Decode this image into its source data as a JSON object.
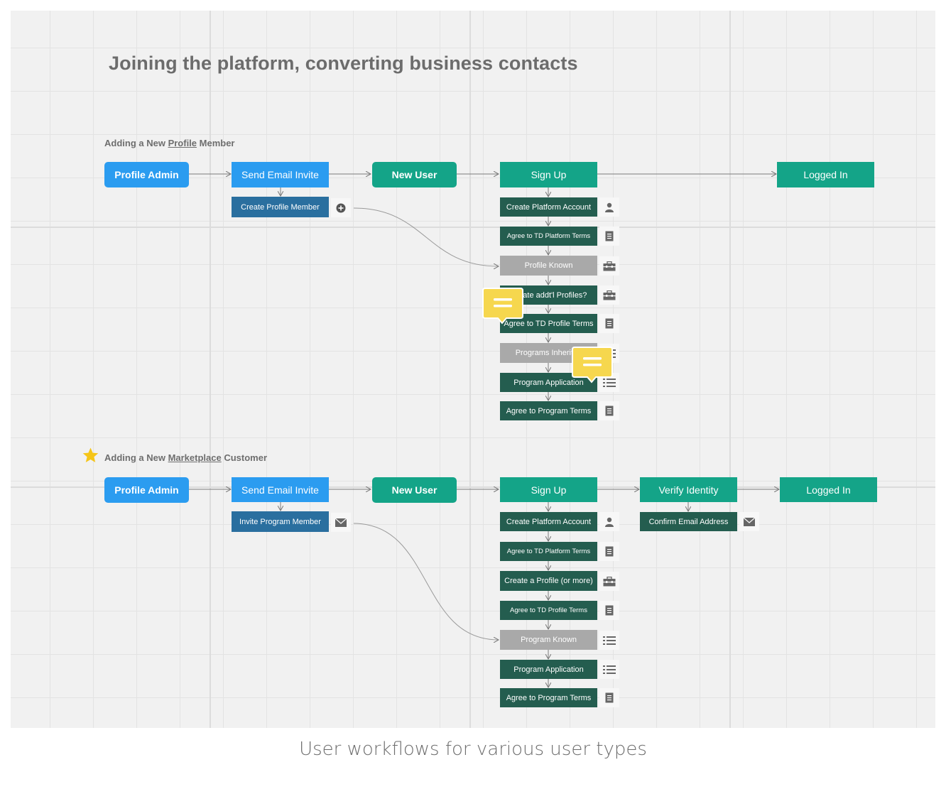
{
  "title": "Joining the platform, converting business contacts",
  "caption": "User workflows for various user types",
  "flow1": {
    "heading": {
      "prefix": "Adding a New ",
      "underlined": "Profile",
      "suffix": " Member"
    },
    "profile_admin": "Profile Admin",
    "send_email_invite": "Send Email Invite",
    "create_profile_member": "Create Profile Member",
    "new_user": "New User",
    "sign_up": "Sign Up",
    "logged_in": "Logged In",
    "steps": [
      "Create Platform Account",
      "Agree to TD Platform Terms",
      "Profile Known",
      "Create addt'l Profiles?",
      "Agree to TD Profile Terms",
      "Programs Inherited",
      "Program Application",
      "Agree to Program Terms"
    ]
  },
  "flow2": {
    "heading": {
      "prefix": "Adding a New ",
      "underlined": "Marketplace",
      "suffix": " Customer"
    },
    "profile_admin": "Profile Admin",
    "send_email_invite": "Send Email Invite",
    "invite_program_member": "Invite Program Member",
    "new_user": "New User",
    "sign_up": "Sign Up",
    "verify_identity": "Verify Identity",
    "confirm_email_address": "Confirm Email Address",
    "logged_in": "Logged In",
    "steps": [
      "Create Platform Account",
      "Agree to TD Platform Terms",
      "Create a Profile (or more)",
      "Agree to  TD Profile Terms",
      "Program Known",
      "Program Application",
      "Agree to Program Terms"
    ]
  },
  "colors": {
    "blue": "#2b9cf0",
    "dark_blue": "#2a6f9f",
    "teal": "#14a488",
    "dark_green": "#245d4f",
    "grey": "#a9a9a9",
    "comment_yellow": "#f6d74e",
    "star": "#f5c518"
  },
  "icons": {
    "create_profile_member": "plus-circle-icon",
    "invite_program_member": "envelope-icon",
    "confirm_email_address": "envelope-icon",
    "create_platform_account": "user-icon",
    "terms": "document-icon",
    "profiles": "briefcase-icon",
    "programs": "list-icon"
  }
}
